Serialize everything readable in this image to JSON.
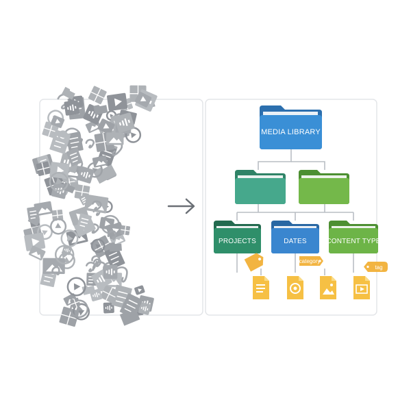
{
  "diagram": {
    "root_folder": {
      "label": "MEDIA LIBRARY",
      "color": "#3a8fd6"
    },
    "mid_folders": [
      {
        "label": "",
        "color": "#46a88c"
      },
      {
        "label": "",
        "color": "#74b84a"
      }
    ],
    "leaf_folders": [
      {
        "label": "PROJECTS",
        "color": "#2f8f6a"
      },
      {
        "label": "DATES",
        "color": "#3a86cf"
      },
      {
        "label": "CONTENT TYPE",
        "color": "#6db447"
      }
    ],
    "tags": [
      {
        "label": "",
        "icon": "tag-icon"
      },
      {
        "label": "category",
        "icon": "tag-icon"
      },
      {
        "label": "tag",
        "icon": "tag-icon"
      }
    ],
    "files": [
      {
        "icon": "document-file-icon"
      },
      {
        "icon": "audio-file-icon"
      },
      {
        "icon": "image-file-icon"
      },
      {
        "icon": "video-file-icon"
      }
    ],
    "arrow_icon": "arrow-right-icon",
    "chaos_icons": "scattered-media-icons",
    "colors": {
      "tag": "#f2b441",
      "file": "#f6c044",
      "connector": "#b9bec4",
      "chaos": "#a8acb1"
    }
  }
}
